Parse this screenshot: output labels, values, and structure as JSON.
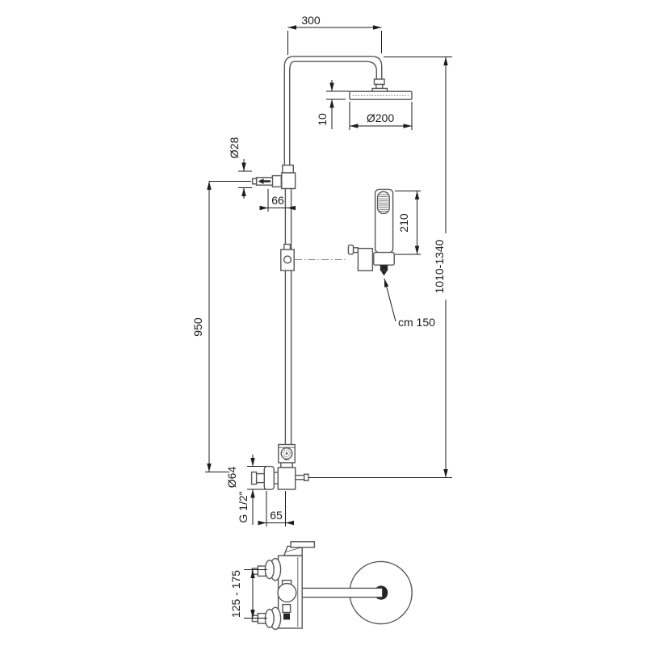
{
  "drawing": {
    "kind": "technical-dimension-drawing",
    "subject": "shower column with overhead shower, hand shower and wall mixer"
  },
  "labels": {
    "arm_reach": "300",
    "head_diameter": "Ø200",
    "head_thickness": "10",
    "pipe_diameter": "Ø28",
    "diverter_offset": "66",
    "handshower_length": "210",
    "total_height": "1010-1340",
    "hose_length": "cm 150",
    "column_height": "950",
    "escutcheon_diameter": "Ø64",
    "connection_thread": "G 1/2\"",
    "mixer_offset": "65",
    "inlet_spacing": "125 - 175"
  },
  "colors": {
    "background": "#ffffff",
    "outline": "#565656",
    "dimension": "#1c1c1c",
    "centerline": "#8a8a8a"
  }
}
